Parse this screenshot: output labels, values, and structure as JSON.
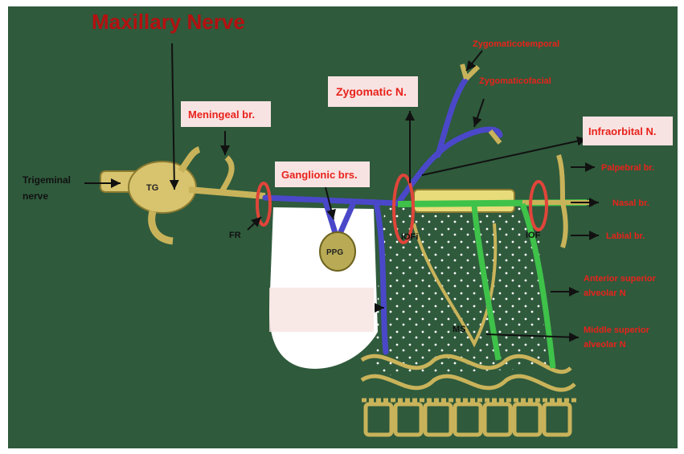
{
  "title": "Maxillary Nerve",
  "labels": {
    "trigeminal_nerve": [
      "Trigeminal",
      "nerve"
    ],
    "tg": "TG",
    "meningeal": "Meningeal br.",
    "ganglionic": "Ganglionic brs.",
    "zygomatic": "Zygomatic N.",
    "zygomaticotemporal": "Zygomaticotemporal",
    "zygomaticofacial": "Zygomaticofacial",
    "infraorbital": "Infraorbital N.",
    "palpebral": "Palpebral br.",
    "nasal": "Nasal br.",
    "labial": "Labial br.",
    "asa": [
      "Anterior superior",
      "alveolar N"
    ],
    "msa": [
      "Middle superior",
      "alveolar N"
    ],
    "fr": "FR",
    "ppg": "PPG",
    "iofi": "IOFi",
    "iof": "IOF",
    "ms": "MS"
  },
  "colors": {
    "background": "#2f5a3c",
    "nerve": "#c9b35a",
    "nerve_fill": "#d8c46e",
    "branch_blue": "#4a48c9",
    "branch_green": "#3fc24a",
    "foramen_red": "#e0453a",
    "label_red": "#e8231b",
    "label_box": "#f8e3e3",
    "arrow": "#111111"
  }
}
